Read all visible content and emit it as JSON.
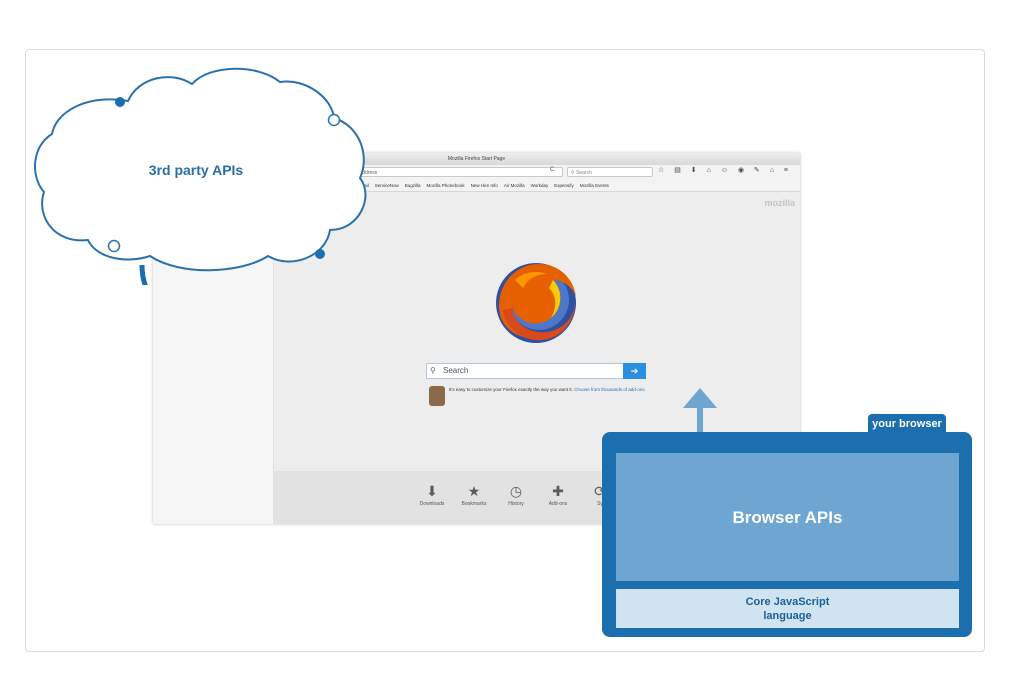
{
  "cloud": {
    "label": "3rd party APIs"
  },
  "browser_box": {
    "tab_label": "your browser",
    "apis_label": "Browser APIs",
    "core_label_line1": "Core JavaScript",
    "core_label_line2": "language"
  },
  "screenshot": {
    "window_title": "Mozilla Firefox Start Page",
    "url_placeholder": "l address",
    "search_placeholder": "Search",
    "bookmarks": [
      "email",
      "ServiceNow",
      "Bugzilla",
      "Mozilla Phonebook",
      "New Hire Info",
      "Air Mozilla",
      "Workday",
      "Expensify",
      "Mozilla Events"
    ],
    "brand": "mozilla",
    "start_search_placeholder": "Search",
    "snippet_text": "It's easy to customize your Firefox exactly the way you want it.",
    "snippet_link": "Choose from thousands of add-ons.",
    "footer_items": [
      {
        "label": "Downloads",
        "icon": "download-icon"
      },
      {
        "label": "Bookmarks",
        "icon": "star-icon"
      },
      {
        "label": "History",
        "icon": "clock-icon"
      },
      {
        "label": "Add-ons",
        "icon": "puzzle-icon"
      },
      {
        "label": "Sy",
        "icon": "sync-icon"
      }
    ]
  },
  "colors": {
    "accent": "#1b6fae",
    "apis_fill": "#6ea6d1",
    "core_fill": "#cfe3f1",
    "cloud_stroke": "#2b72ac"
  }
}
